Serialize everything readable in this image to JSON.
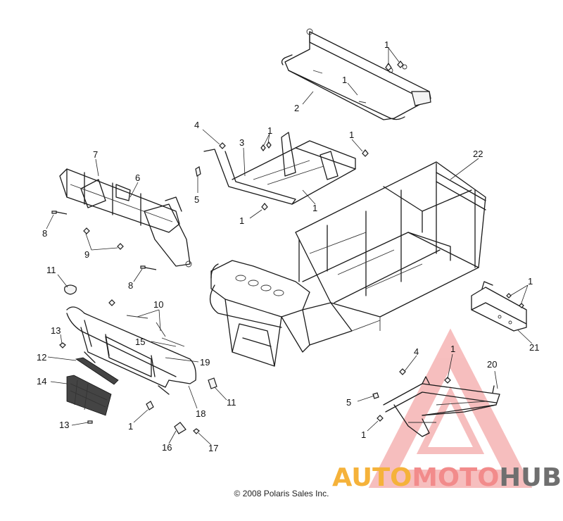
{
  "watermark": {
    "part1": "AUTO",
    "part2": "MOTO",
    "part3": "HUB",
    "color1": "#f5b23a",
    "color2": "#f28b8b",
    "color3": "#6f6f6f"
  },
  "copyright": "© 2008 Polaris Sales Inc.",
  "callouts": [
    {
      "id": "c1a",
      "label": "1"
    },
    {
      "id": "c1b",
      "label": "1"
    },
    {
      "id": "c2",
      "label": "2"
    },
    {
      "id": "c4a",
      "label": "4"
    },
    {
      "id": "c3",
      "label": "3"
    },
    {
      "id": "c1c",
      "label": "1"
    },
    {
      "id": "c1d",
      "label": "1"
    },
    {
      "id": "c22",
      "label": "22"
    },
    {
      "id": "c7",
      "label": "7"
    },
    {
      "id": "c6",
      "label": "6"
    },
    {
      "id": "c5a",
      "label": "5"
    },
    {
      "id": "c1e",
      "label": "1"
    },
    {
      "id": "c1f",
      "label": "1"
    },
    {
      "id": "c8a",
      "label": "8"
    },
    {
      "id": "c9",
      "label": "9"
    },
    {
      "id": "c11a",
      "label": "11"
    },
    {
      "id": "c8b",
      "label": "8"
    },
    {
      "id": "c10",
      "label": "10"
    },
    {
      "id": "c1g",
      "label": "1"
    },
    {
      "id": "c21",
      "label": "21"
    },
    {
      "id": "c13a",
      "label": "13"
    },
    {
      "id": "c15",
      "label": "15"
    },
    {
      "id": "c4b",
      "label": "4"
    },
    {
      "id": "c1h",
      "label": "1"
    },
    {
      "id": "c12",
      "label": "12"
    },
    {
      "id": "c19",
      "label": "19"
    },
    {
      "id": "c20",
      "label": "20"
    },
    {
      "id": "c14",
      "label": "14"
    },
    {
      "id": "c11b",
      "label": "11"
    },
    {
      "id": "c5b",
      "label": "5"
    },
    {
      "id": "c18",
      "label": "18"
    },
    {
      "id": "c13b",
      "label": "13"
    },
    {
      "id": "c1i",
      "label": "1"
    },
    {
      "id": "c1j",
      "label": "1"
    },
    {
      "id": "c16",
      "label": "16"
    },
    {
      "id": "c17",
      "label": "17"
    }
  ]
}
